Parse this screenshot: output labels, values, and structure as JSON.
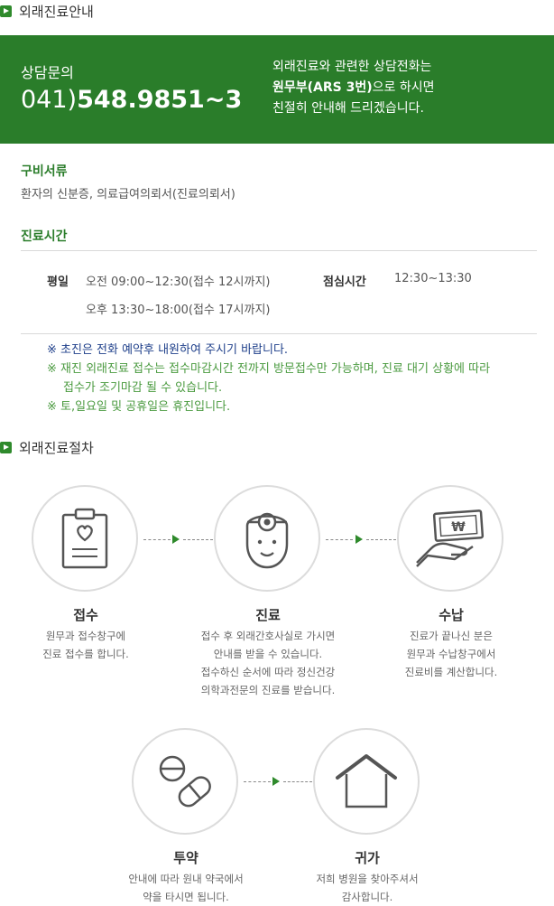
{
  "section1": {
    "title": "외래진료안내"
  },
  "banner": {
    "label": "상담문의",
    "phone_prefix": "041)",
    "phone_number": "548.9851~3",
    "desc_line1": "외래진료와 관련한 상담전화는",
    "desc_line2_bold": "원무부(ARS 3번)",
    "desc_line2_rest": "으로 하시면",
    "desc_line3": "친절히 안내해 드리겠습니다."
  },
  "docs": {
    "heading": "구비서류",
    "text": "환자의 신분증, 의료급여의뢰서(진료의뢰서)"
  },
  "hours": {
    "heading": "진료시간",
    "weekday_label": "평일",
    "morning": "오전 09:00~12:30(접수 12시까지)",
    "afternoon": "오후 13:30~18:00(접수 17시까지)",
    "lunch_label": "점심시간",
    "lunch_time": "12:30~13:30"
  },
  "notes": {
    "n1": "※ 초진은 전화 예약후 내원하여 주시기 바랍니다.",
    "n2": "※ 재진 외래진료 접수는 접수마감시간 전까지 방문접수만 가능하며, 진료 대기 상황에 따라",
    "n2b": "접수가 조기마감 될 수 있습니다.",
    "n3": "※ 토,일요일 및 공휴일은 휴진입니다."
  },
  "section2": {
    "title": "외래진료절차"
  },
  "steps": [
    {
      "name": "접수",
      "desc": "원무과 접수창구에\n진료 접수를 합니다.",
      "icon": "clipboard-heart-icon"
    },
    {
      "name": "진료",
      "desc": "접수 후 외래간호사실로 가시면\n안내를 받을 수 있습니다.\n접수하신 순서에 따라 정신건강\n의학과전문의 진료를 받습니다.",
      "icon": "doctor-icon"
    },
    {
      "name": "수납",
      "desc": "진료가 끝나신 분은\n원무과 수납창구에서\n진료비를 계산합니다.",
      "icon": "payment-icon"
    },
    {
      "name": "투약",
      "desc": "안내에 따라 원내 약국에서\n약을 타시면 됩니다.",
      "icon": "pill-icon"
    },
    {
      "name": "귀가",
      "desc": "저희 병원을 찾아주셔서\n감사합니다.",
      "icon": "house-icon"
    }
  ],
  "colors": {
    "brand_green": "#2a7d2a",
    "note_blue": "#1e3f8a",
    "note_green": "#4a9a3f"
  }
}
